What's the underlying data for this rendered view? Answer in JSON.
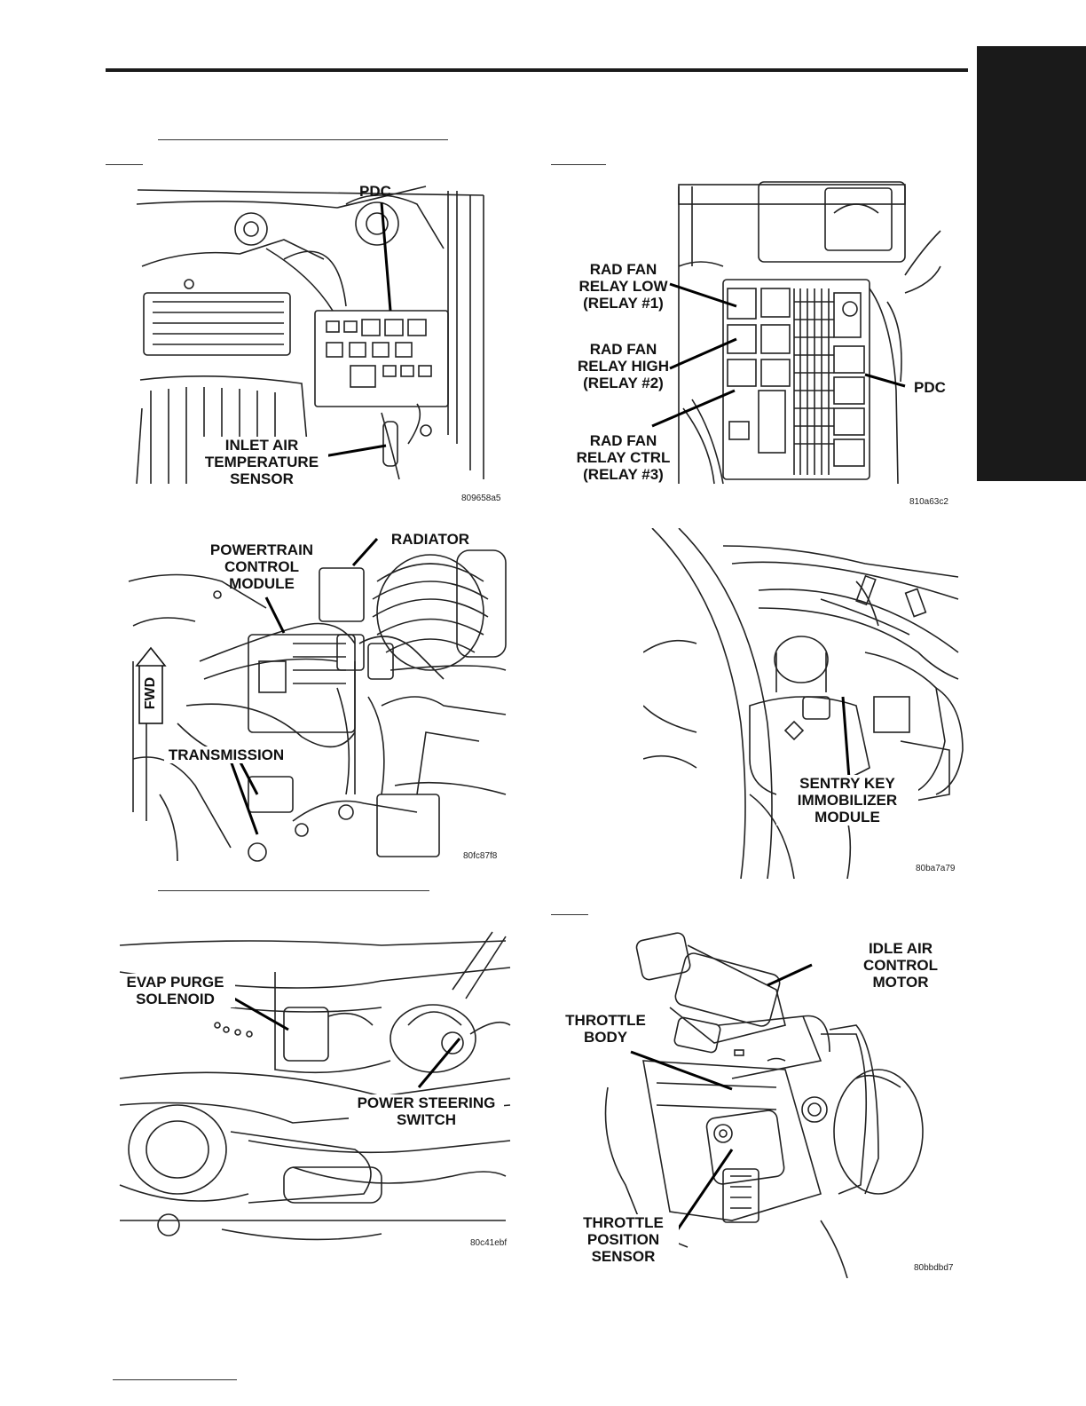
{
  "colors": {
    "ink": "#111111",
    "tab": "#1a1a1a",
    "paper": "#ffffff"
  },
  "figures": {
    "pdc_inlet_air": {
      "labels": {
        "pdc": "PDC",
        "inlet_air": "INLET AIR\nTEMPERATURE\nSENSOR"
      },
      "id": "809658a5"
    },
    "rad_fan_relays": {
      "labels": {
        "relay_low": "RAD FAN\nRELAY LOW\n(RELAY #1)",
        "relay_high": "RAD FAN\nRELAY HIGH\n(RELAY #2)",
        "relay_ctrl": "RAD FAN\nRELAY CTRL\n(RELAY #3)",
        "pdc": "PDC"
      },
      "id": "810a63c2"
    },
    "pcm": {
      "labels": {
        "pcm": "POWERTRAIN\nCONTROL\nMODULE",
        "radiator": "RADIATOR",
        "fwd": "FWD",
        "transmission": "TRANSMISSION"
      },
      "id": "80fc87f8"
    },
    "skim": {
      "labels": {
        "skim": "SENTRY KEY\nIMMOBILIZER\nMODULE"
      },
      "id": "80ba7a79"
    },
    "evap": {
      "labels": {
        "evap": "EVAP PURGE\nSOLENOID",
        "ps_switch": "POWER STEERING\nSWITCH"
      },
      "id": "80c41ebf"
    },
    "throttle": {
      "labels": {
        "iac": "IDLE AIR\nCONTROL\nMOTOR",
        "body": "THROTTLE\nBODY",
        "tps": "THROTTLE\nPOSITION\nSENSOR"
      },
      "id": "80bbdbd7"
    }
  }
}
